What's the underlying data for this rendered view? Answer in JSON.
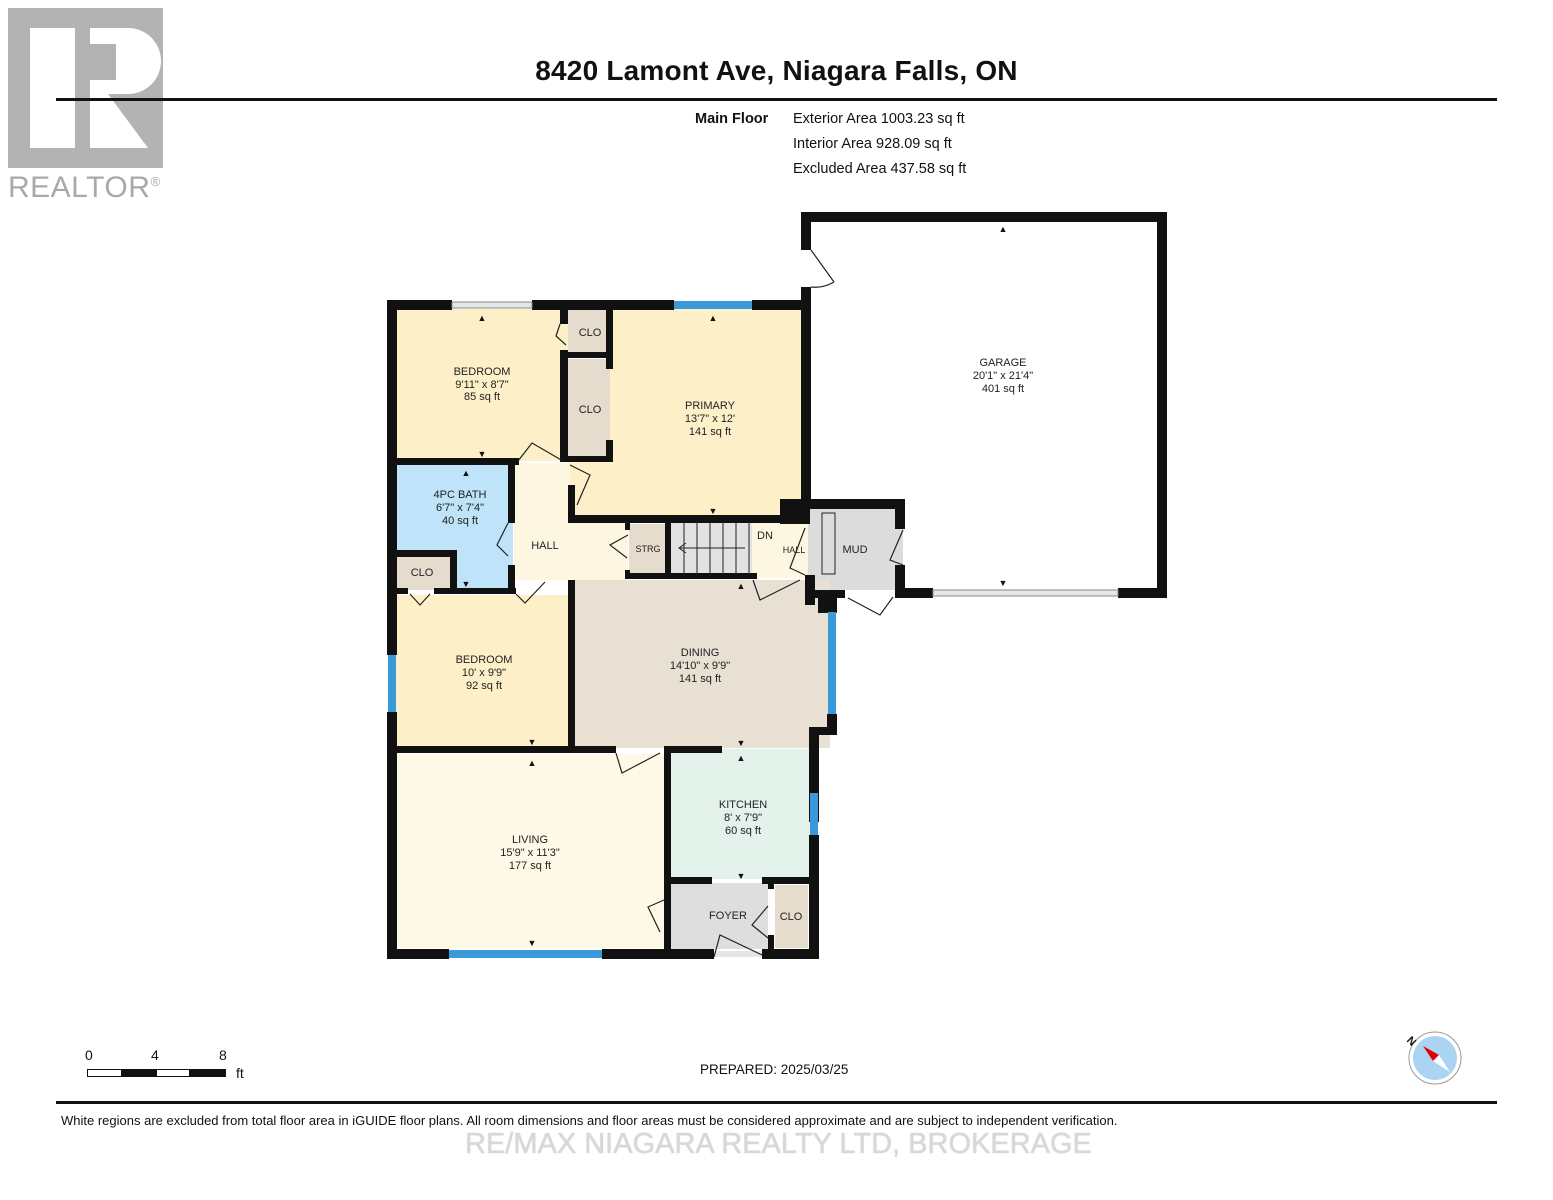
{
  "logo": {
    "brand": "REALTOR",
    "registered_mark": "®",
    "icon": "realtor-r-logo-icon"
  },
  "header": {
    "title": "8420 Lamont Ave, Niagara Falls, ON"
  },
  "areas": {
    "floor_label": "Main Floor",
    "exterior": "Exterior Area 1003.23 sq ft",
    "interior": "Interior Area 928.09 sq ft",
    "excluded": "Excluded Area 437.58 sq ft"
  },
  "rooms": {
    "bedroom1": {
      "name": "BEDROOM",
      "dims": "9'11\" x 8'7\"",
      "area": "85 sq ft"
    },
    "primary": {
      "name": "PRIMARY",
      "dims": "13'7\" x 12'",
      "area": "141 sq ft"
    },
    "garage": {
      "name": "GARAGE",
      "dims": "20'1\" x 21'4\"",
      "area": "401 sq ft"
    },
    "bath": {
      "name": "4PC BATH",
      "dims": "6'7\" x 7'4\"",
      "area": "40 sq ft"
    },
    "bedroom2": {
      "name": "BEDROOM",
      "dims": "10' x 9'9\"",
      "area": "92 sq ft"
    },
    "dining": {
      "name": "DINING",
      "dims": "14'10\" x 9'9\"",
      "area": "141 sq ft"
    },
    "kitchen": {
      "name": "KITCHEN",
      "dims": "8' x 7'9\"",
      "area": "60 sq ft"
    },
    "living": {
      "name": "LIVING",
      "dims": "15'9\" x 11'3\"",
      "area": "177 sq ft"
    }
  },
  "small_labels": {
    "clo1": "CLO",
    "clo2": "CLO",
    "clo3": "CLO",
    "clo4": "CLO",
    "hall": "HALL",
    "strg": "STRG",
    "dn": "DN",
    "hall2": "HALL",
    "mud": "MUD",
    "foyer": "FOYER"
  },
  "colors": {
    "bedroom": "#fdf0c9",
    "primary": "#fdf0c9",
    "bath": "#bfe3f8",
    "hall": "#fdf7e1",
    "closet": "#e5dccd",
    "dining": "#e8e0d3",
    "kitchen": "#e3f2ea",
    "living": "#fef8e6",
    "mud": "#dcdcdc",
    "foyer": "#dedede",
    "wall": "#111111",
    "window": "#3a9ad9",
    "garage": "#ffffff"
  },
  "scale_bar": {
    "ticks": [
      "0",
      "4",
      "8"
    ],
    "unit": "ft"
  },
  "prepared": "PREPARED: 2025/03/25",
  "compass": {
    "north_label": "N",
    "icon": "compass-north-icon"
  },
  "footer": {
    "disclaimer": "White regions are excluded from total floor area in iGUIDE floor plans. All room dimensions and floor areas must be considered approximate and are subject to independent verification.",
    "watermark": "RE/MAX NIAGARA REALTY LTD, BROKERAGE"
  }
}
